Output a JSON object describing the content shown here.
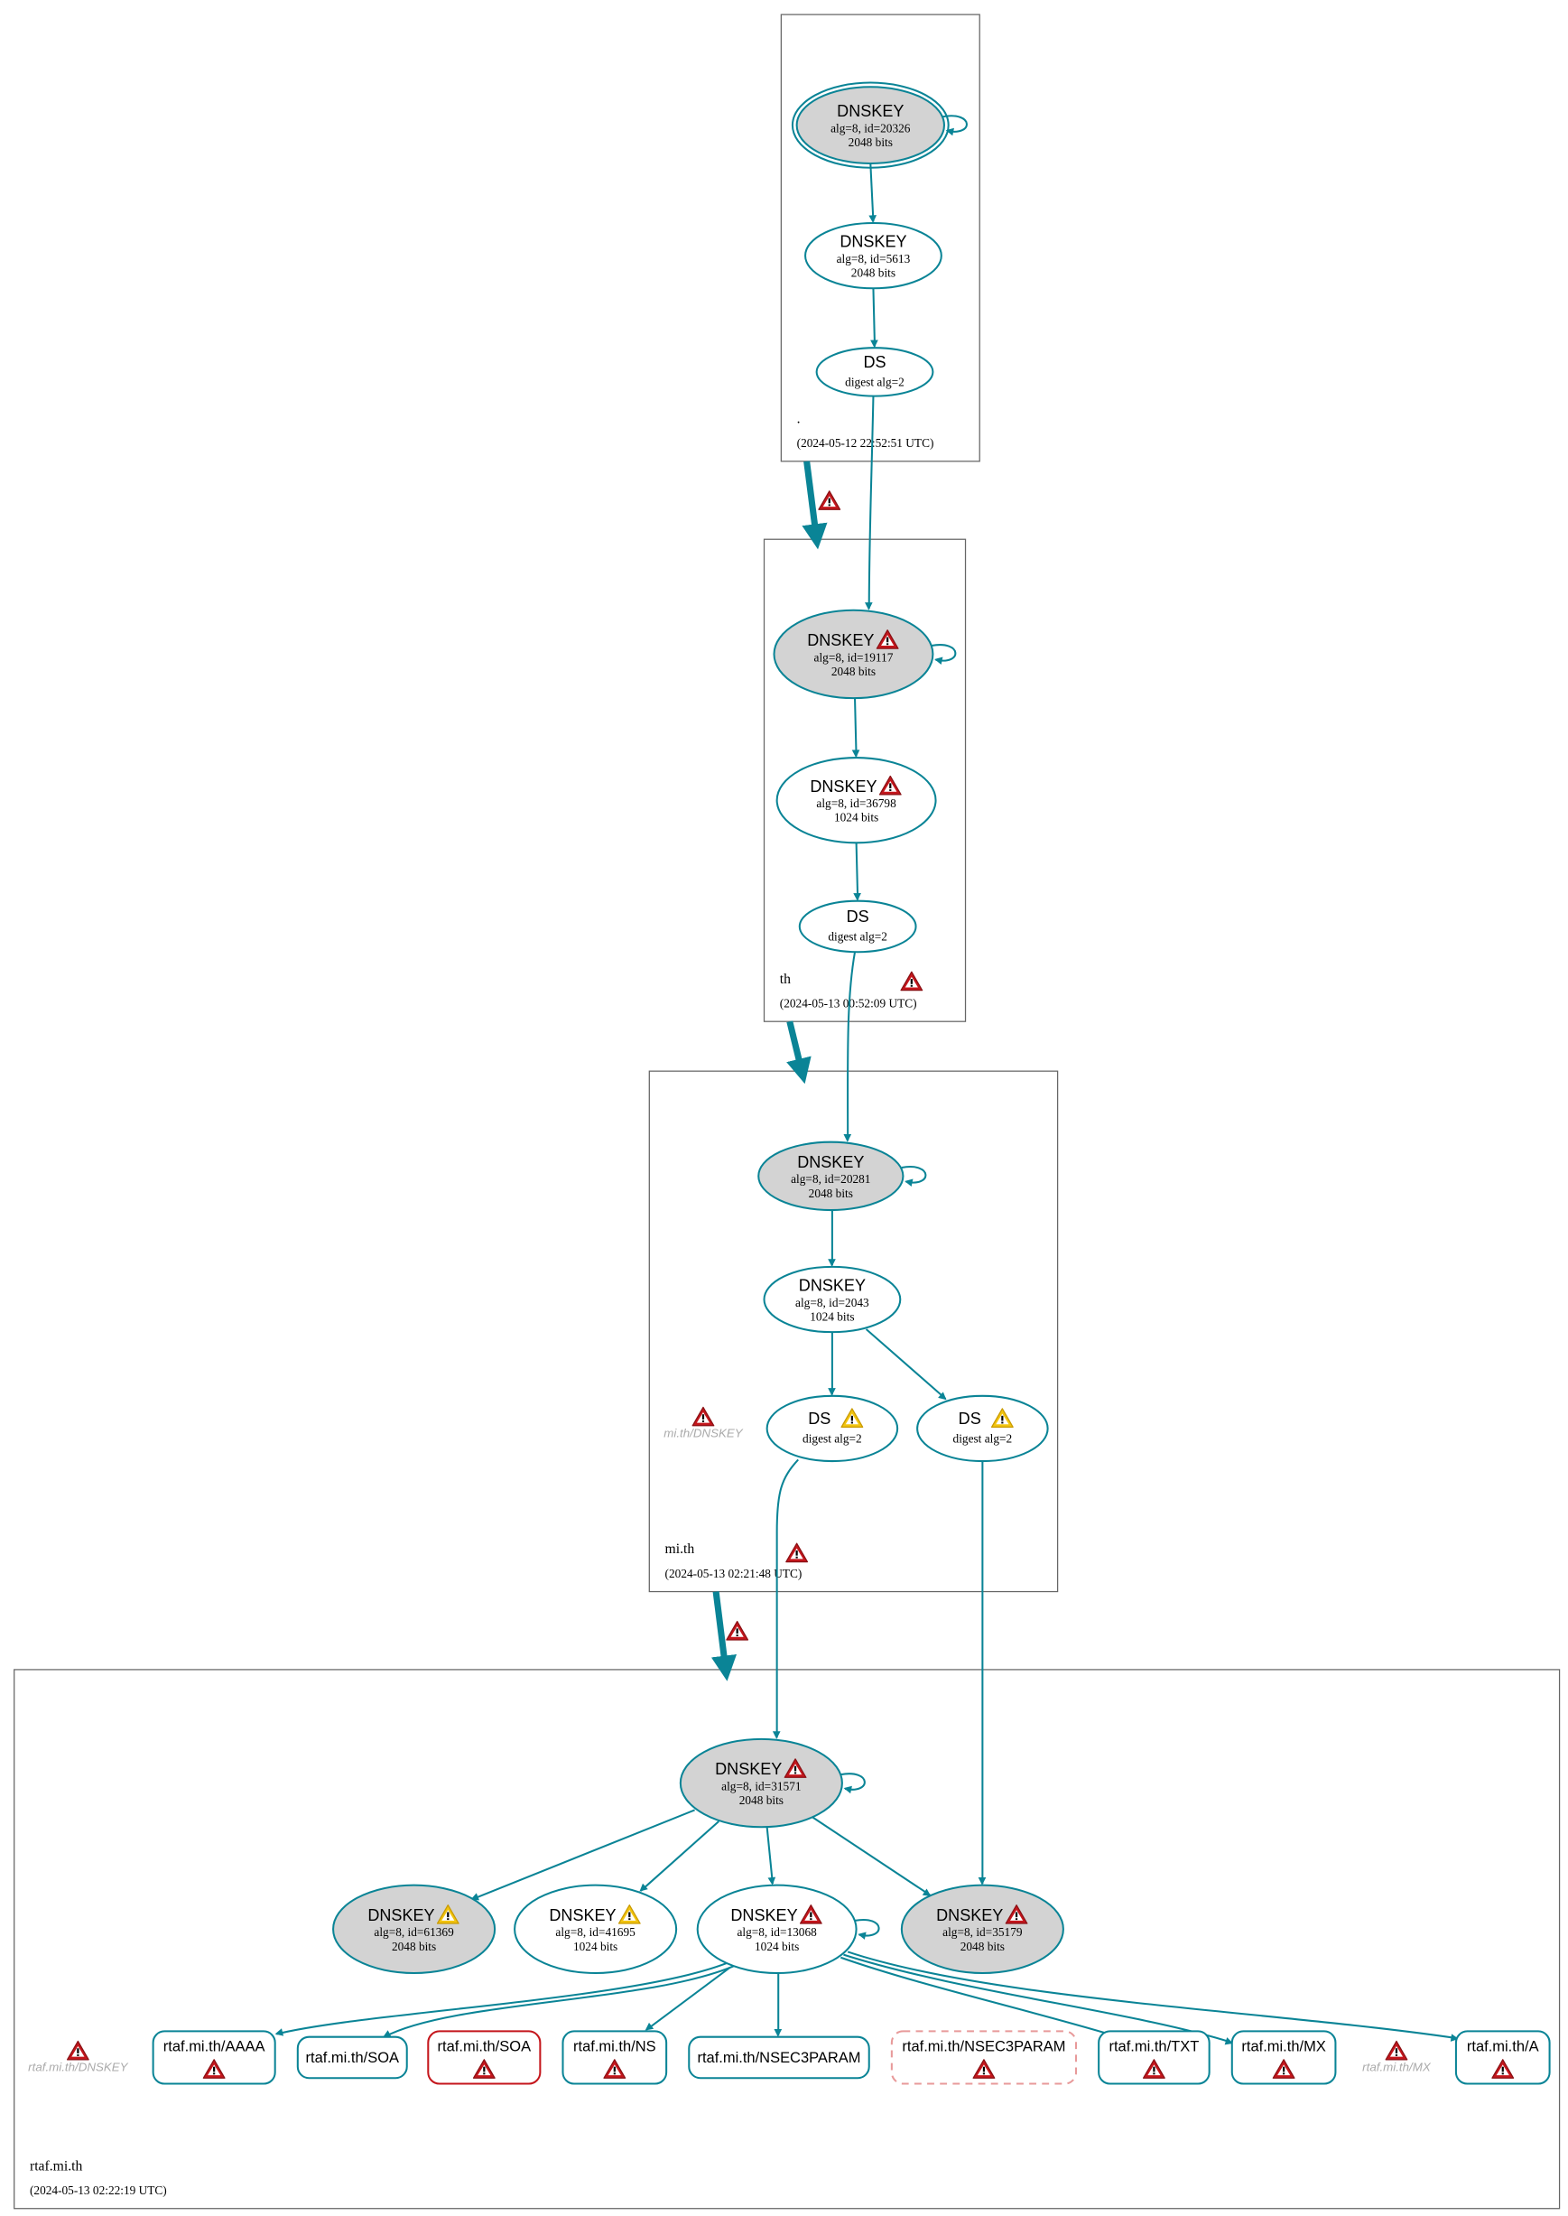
{
  "colors": {
    "edge": "#0a8496",
    "ksk_fill": "#d3d3d3",
    "error": "#c4161c",
    "warning": "#f2c40f",
    "zone_border": "#666666",
    "muted": "#aaaaaa",
    "dashed": "#e89a9a"
  },
  "zones": [
    {
      "name": ".",
      "date": "(2024-05-12 22:52:51 UTC)",
      "status": null
    },
    {
      "name": "th",
      "date": "(2024-05-13 00:52:09 UTC)",
      "status": "error"
    },
    {
      "name": "mi.th",
      "date": "(2024-05-13 02:21:48 UTC)",
      "status": "error"
    },
    {
      "name": "rtaf.mi.th",
      "date": "(2024-05-13 02:22:19 UTC)",
      "status": null
    }
  ],
  "nodes": [
    {
      "title": "DNSKEY",
      "detail": "alg=8, id=20326",
      "bits": "2048 bits",
      "ksk": true,
      "status": null
    },
    {
      "title": "DNSKEY",
      "detail": "alg=8, id=5613",
      "bits": "2048 bits",
      "ksk": false,
      "status": null
    },
    {
      "title": "DS",
      "detail": "digest alg=2",
      "ksk": false,
      "status": null
    },
    {
      "title": "DNSKEY",
      "detail": "alg=8, id=19117",
      "bits": "2048 bits",
      "ksk": true,
      "status": "error"
    },
    {
      "title": "DNSKEY",
      "detail": "alg=8, id=36798",
      "bits": "1024 bits",
      "ksk": false,
      "status": "error"
    },
    {
      "title": "DS",
      "detail": "digest alg=2",
      "ksk": false,
      "status": null
    },
    {
      "title": "DNSKEY",
      "detail": "alg=8, id=20281",
      "bits": "2048 bits",
      "ksk": true,
      "status": null
    },
    {
      "title": "DNSKEY",
      "detail": "alg=8, id=2043",
      "bits": "1024 bits",
      "ksk": false,
      "status": null
    },
    {
      "title": "DS",
      "detail": "digest alg=2",
      "ksk": false,
      "status": "warning"
    },
    {
      "title": "DS",
      "detail": "digest alg=2",
      "ksk": false,
      "status": "warning"
    },
    {
      "title": "DNSKEY",
      "detail": "alg=8, id=31571",
      "bits": "2048 bits",
      "ksk": true,
      "status": "error"
    },
    {
      "title": "DNSKEY",
      "detail": "alg=8, id=61369",
      "bits": "2048 bits",
      "ksk": true,
      "status": "warning"
    },
    {
      "title": "DNSKEY",
      "detail": "alg=8, id=41695",
      "bits": "1024 bits",
      "ksk": false,
      "status": "warning"
    },
    {
      "title": "DNSKEY",
      "detail": "alg=8, id=13068",
      "bits": "1024 bits",
      "ksk": false,
      "status": "error"
    },
    {
      "title": "DNSKEY",
      "detail": "alg=8, id=35179",
      "bits": "2048 bits",
      "ksk": true,
      "status": "error"
    }
  ],
  "records": [
    {
      "label": "rtaf.mi.th/AAAA",
      "status": "error",
      "style": "normal"
    },
    {
      "label": "rtaf.mi.th/SOA",
      "status": null,
      "style": "normal"
    },
    {
      "label": "rtaf.mi.th/SOA",
      "status": "error",
      "style": "bogus"
    },
    {
      "label": "rtaf.mi.th/NS",
      "status": "error",
      "style": "normal"
    },
    {
      "label": "rtaf.mi.th/NSEC3PARAM",
      "status": null,
      "style": "normal"
    },
    {
      "label": "rtaf.mi.th/NSEC3PARAM",
      "status": "error",
      "style": "dashed"
    },
    {
      "label": "rtaf.mi.th/TXT",
      "status": "error",
      "style": "normal"
    },
    {
      "label": "rtaf.mi.th/MX",
      "status": "error",
      "style": "normal"
    },
    {
      "label": "rtaf.mi.th/A",
      "status": "error",
      "style": "normal"
    }
  ],
  "missing": [
    {
      "label": "mi.th/DNSKEY",
      "status": "error"
    },
    {
      "label": "rtaf.mi.th/DNSKEY",
      "status": "error"
    },
    {
      "label": "rtaf.mi.th/MX",
      "status": "error"
    }
  ],
  "delegations": [
    {
      "from": ".",
      "to": "th",
      "status": "error"
    },
    {
      "from": "th",
      "to": "mi.th",
      "status": null
    },
    {
      "from": "mi.th",
      "to": "rtaf.mi.th",
      "status": "error"
    }
  ]
}
